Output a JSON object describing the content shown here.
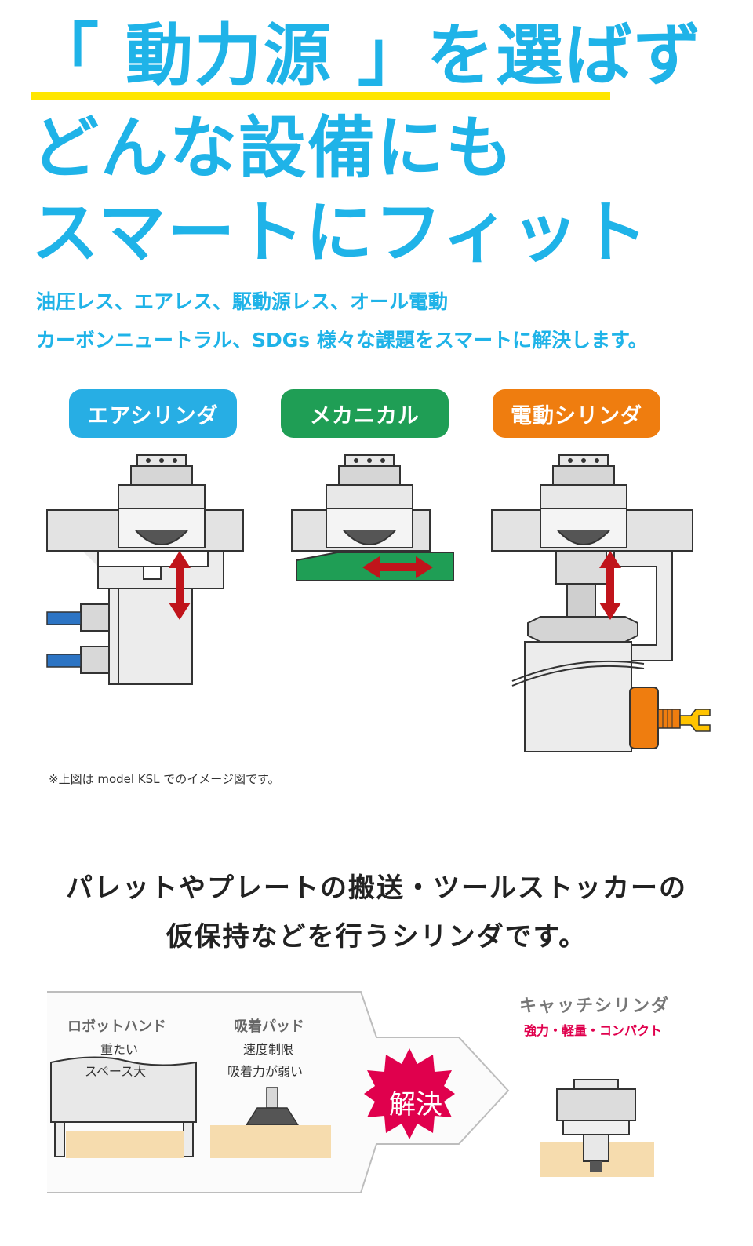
{
  "hero": {
    "line1": "「 動力源 」を選ばず",
    "line2": "どんな設備にも",
    "line3": "スマートにフィット"
  },
  "subtitle": {
    "line1": "油圧レス、エアレス、駆動源レス、オール電動",
    "line2": "カーボンニュートラル、SDGs 様々な課題をスマートに解決します。"
  },
  "categories": [
    {
      "label": "エアシリンダ",
      "color": "#27aee4"
    },
    {
      "label": "メカニカル",
      "color": "#1f9e55"
    },
    {
      "label": "電動シリンダ",
      "color": "#ef7d0f"
    }
  ],
  "note": "※上図は model KSL でのイメージ図です。",
  "description": {
    "line1": "パレットやプレートの搬送・ツールストッカーの",
    "line2": "仮保持などを行うシリンダです。"
  },
  "comparison": {
    "robot_hand": {
      "title": "ロボットハンド",
      "line1": "重たい",
      "line2": "スペース大"
    },
    "suction_pad": {
      "title": "吸着パッド",
      "line1": "速度制限",
      "line2": "吸着力が弱い"
    },
    "resolve_label": "解決",
    "catch_cylinder": {
      "title": "キャッチシリンダ",
      "subtitle": "強力・軽量・コンパクト"
    }
  },
  "colors": {
    "accent_blue": "#1fb3e8",
    "highlight_yellow": "#ffe600",
    "arrow_red": "#c0141b",
    "resolve_pink": "#e0004d",
    "workpiece_tan": "#f6dcae"
  },
  "icons": [
    "double-arrow-vertical-icon",
    "double-arrow-horizontal-icon",
    "burst-badge-icon"
  ]
}
